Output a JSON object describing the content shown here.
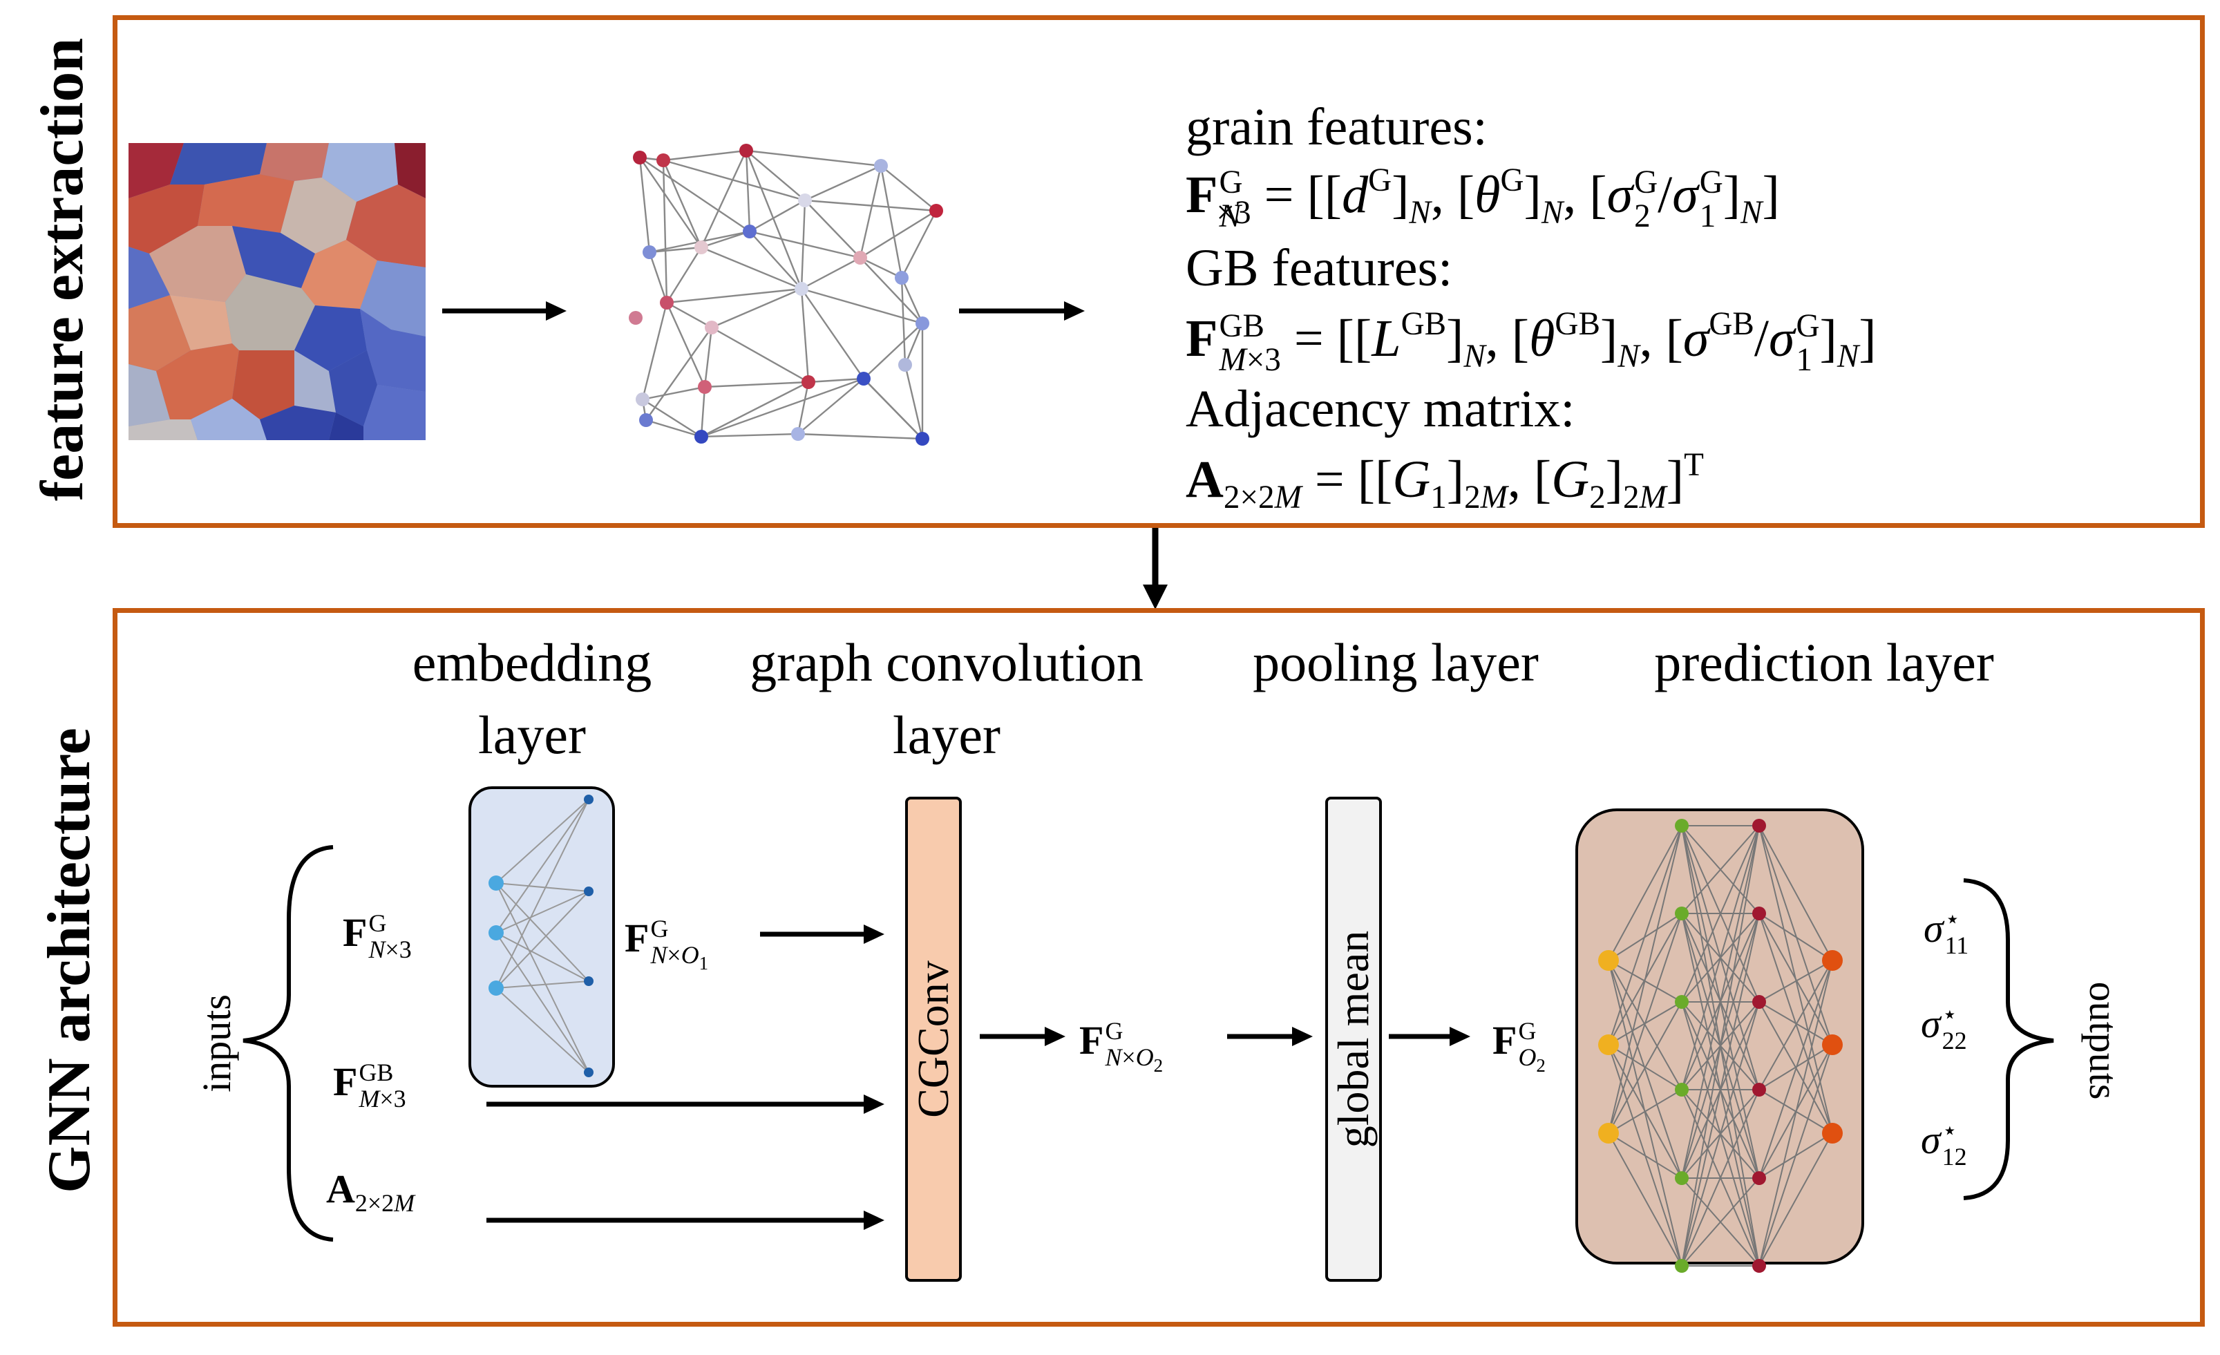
{
  "panels": {
    "top_label": "feature extraction",
    "bottom_label": "GNN architecture"
  },
  "features": {
    "grain_title": "grain features:",
    "gb_title": "GB features:",
    "adj_title": "Adjacency matrix:"
  },
  "layers": {
    "embedding_line1": "embedding",
    "embedding_line2": "layer",
    "graphconv_line1": "graph convolution",
    "graphconv_line2": "layer",
    "pooling": "pooling layer",
    "prediction": "prediction layer"
  },
  "blocks": {
    "cgconv": "CGConv",
    "global_mean": "global mean"
  },
  "side": {
    "inputs": "inputs",
    "outputs": "outputs"
  },
  "colors": {
    "panel_border": "#c55a11",
    "embedding_fill": "#dae3f3",
    "cgconv_fill": "#f8cbad",
    "pool_fill": "#f2f2f2",
    "prediction_fill": "#ddc0b0"
  }
}
